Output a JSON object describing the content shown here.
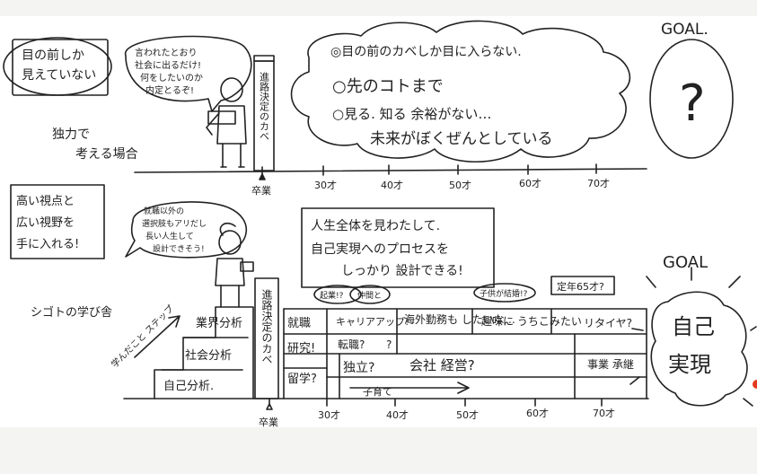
{
  "top": {
    "note_box": [
      "目の前しか",
      "見えていない"
    ],
    "speech": [
      "言われたとおり",
      "社会に出るだけ!",
      "何をしたいのか",
      "内定とるぞ!"
    ],
    "label_left": [
      "独力で",
      "考える場合"
    ],
    "wall": "進路決定のカベ",
    "cloud": [
      "◎目の前のカベしか目に入らない.",
      "○先のコトまで",
      "○見る. 知る 余裕がない…",
      "未来がぼくぜんとしている"
    ],
    "goal": "GOAL.",
    "question": "?",
    "axis": [
      "卒業",
      "30才",
      "40才",
      "50才",
      "60才",
      "70才"
    ]
  },
  "bottom": {
    "note_box": [
      "高い視点と",
      "広い視野を",
      "手に入れる!"
    ],
    "speech": [
      "就職以外の",
      "選択肢もアリだし",
      "長い人生して",
      "設計できそう!"
    ],
    "label_left": "シゴトの学び舎",
    "label_stairs": "学んだこと ステップ",
    "wall": "進路決定のカベ",
    "summary": [
      "人生全体を見わたして.",
      "自己実現へのプロセスを",
      "しっかり 設計できる!"
    ],
    "stairs": [
      "業界分析",
      "社会分析",
      "自己分析."
    ],
    "rows": {
      "row1": [
        "就職",
        "キャリアアップ!",
        "海外勤務も したいな…",
        "趣味に うちこみたい",
        "リタイヤ?"
      ],
      "row2": [
        "研究!",
        "転職?",
        "?"
      ],
      "row3": [
        "留学?",
        "独立?",
        "会社 経営?",
        "事業 承継"
      ],
      "row4": "子育て"
    },
    "bubbles": [
      "起業!?",
      "仲間と",
      "子供が結婚!?",
      "定年65才?"
    ],
    "goal": "GOAL",
    "goal_text": [
      "自己",
      "実現"
    ],
    "axis": [
      "卒業",
      "30才",
      "40才",
      "50才",
      "60才",
      "70才"
    ]
  }
}
